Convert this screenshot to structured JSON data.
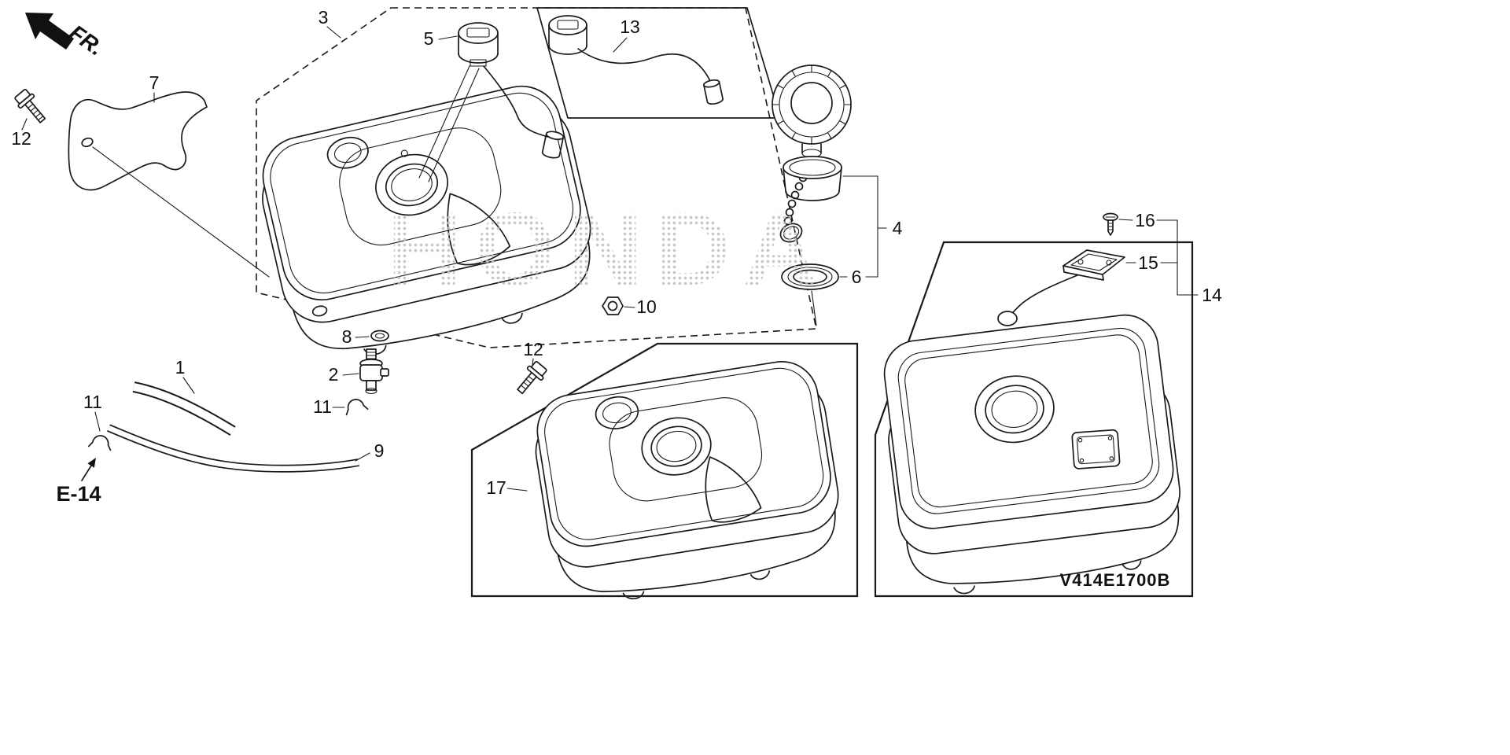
{
  "diagram": {
    "watermark_text": "HONDA",
    "fr_label": "FR.",
    "reference_label": "E-14",
    "diagram_code": "V414E1700B",
    "colors": {
      "line": "#1a1a1a",
      "background": "#ffffff",
      "watermark_dot": "#c0c0c0"
    },
    "callouts": {
      "c1": "1",
      "c2": "2",
      "c3": "3",
      "c4": "4",
      "c5": "5",
      "c6": "6",
      "c7": "7",
      "c8": "8",
      "c9": "9",
      "c10": "10",
      "c11a": "11",
      "c11b": "11",
      "c12a": "12",
      "c12b": "12",
      "c13": "13",
      "c14": "14",
      "c15": "15",
      "c16": "16",
      "c17": "17"
    }
  }
}
